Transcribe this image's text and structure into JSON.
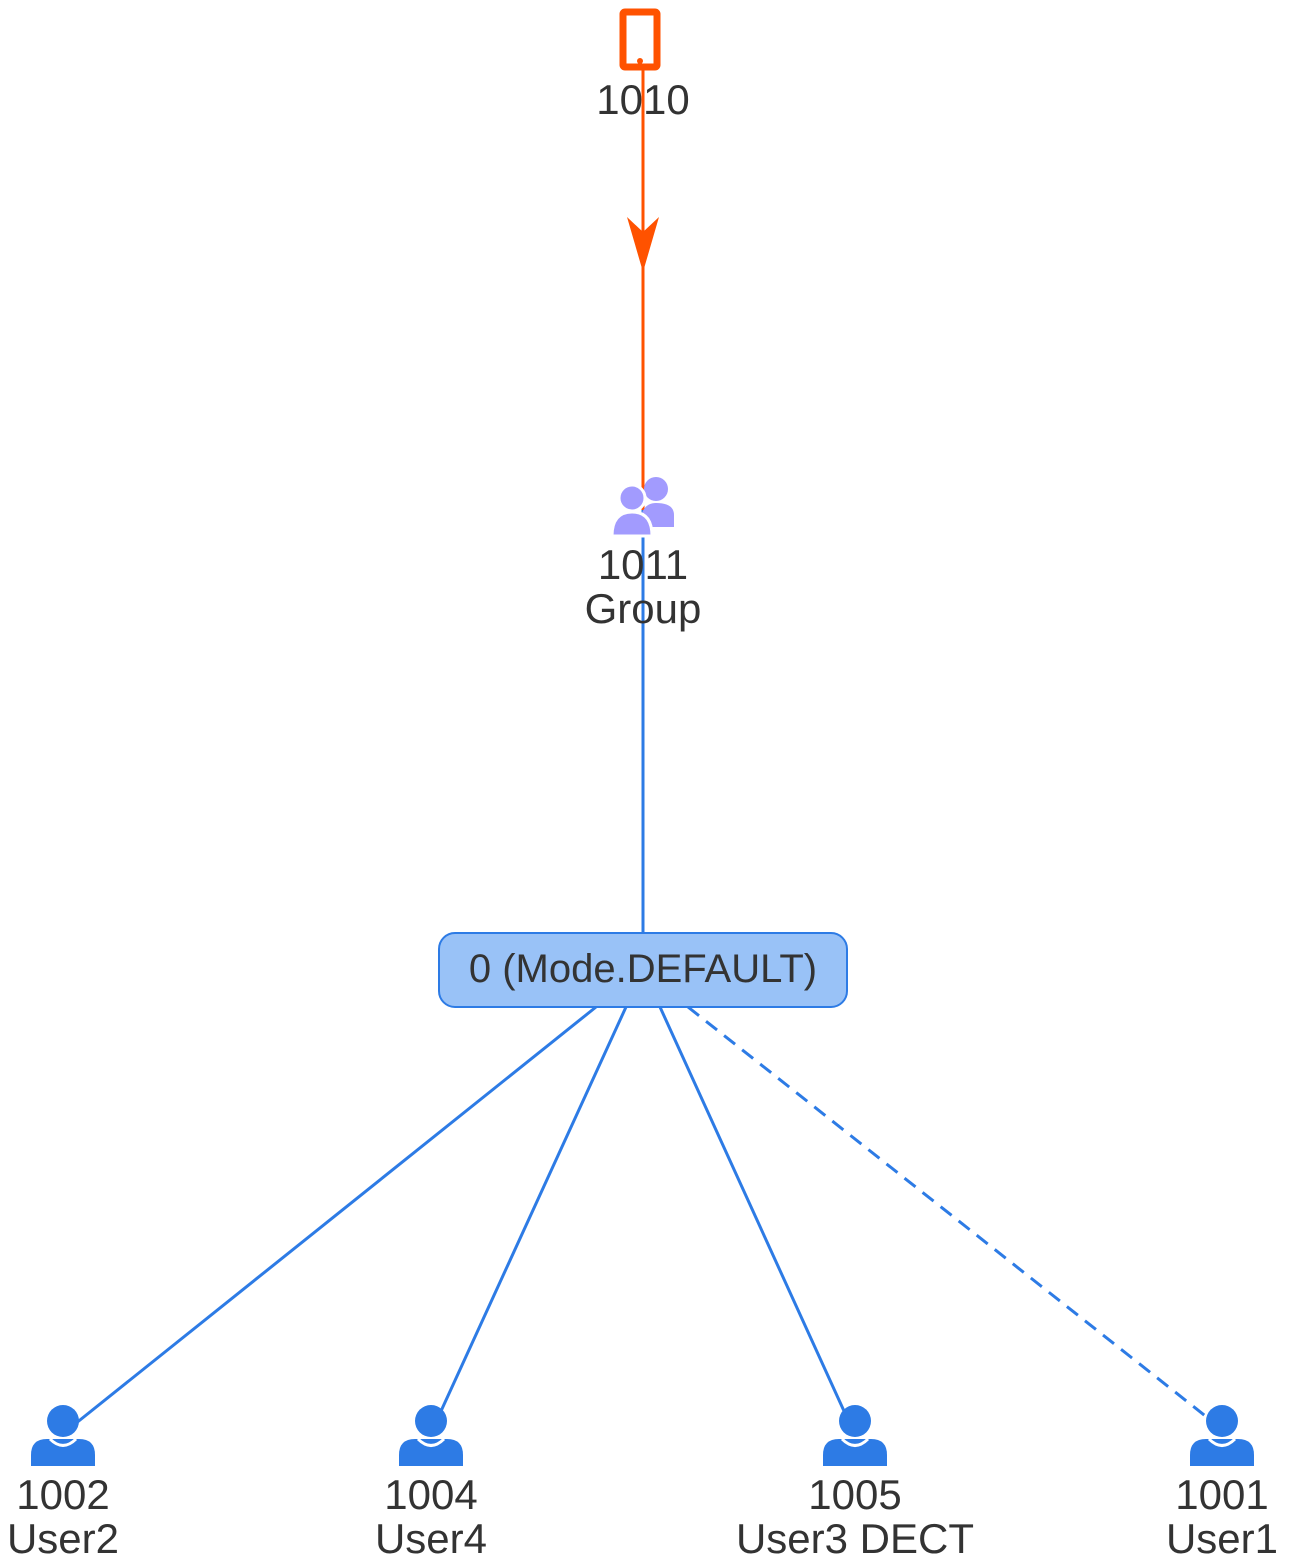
{
  "colors": {
    "phone": "#ff5200",
    "group": "#a29bfe",
    "user": "#2d7be5",
    "edge_blue": "#2d7be5",
    "edge_orange": "#ff5200",
    "mode_fill": "#99c2f7",
    "mode_stroke": "#2d7be5",
    "text": "#333333"
  },
  "nodes": {
    "phone": {
      "number": "1010",
      "icon": "mobile-phone-icon"
    },
    "group": {
      "number": "1011",
      "label": "Group",
      "icon": "group-users-icon"
    },
    "mode": {
      "label": "0 (Mode.DEFAULT)"
    },
    "users": [
      {
        "number": "1002",
        "name": "User2",
        "icon": "user-icon",
        "edge": "solid"
      },
      {
        "number": "1004",
        "name": "User4",
        "icon": "user-icon",
        "edge": "solid"
      },
      {
        "number": "1005",
        "name": "User3 DECT",
        "icon": "user-icon",
        "edge": "solid"
      },
      {
        "number": "1001",
        "name": "User1",
        "icon": "user-icon",
        "edge": "dashed"
      }
    ]
  }
}
